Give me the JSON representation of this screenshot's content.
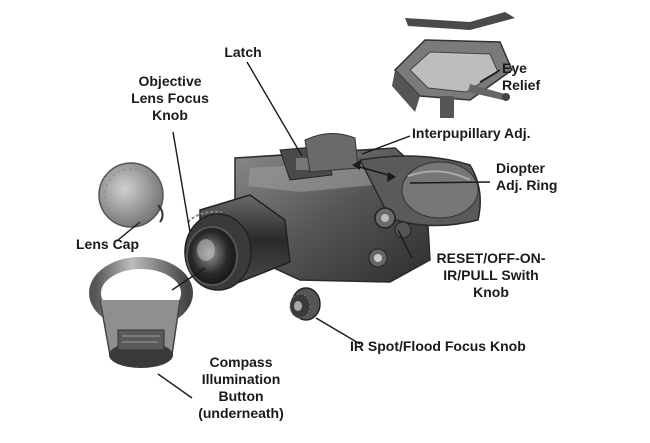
{
  "labels": {
    "latch": "Latch",
    "objective_focus": [
      "Objective",
      "Lens Focus",
      "Knob"
    ],
    "eye_relief": [
      "Eye",
      "Relief"
    ],
    "interpupillary": "Interpupillary Adj.",
    "diopter": [
      "Diopter",
      "Adj. Ring"
    ],
    "lens_cap": "Lens Cap",
    "reset_knob": [
      "RESET/OFF-ON-",
      "IR/PULL Swith",
      "Knob"
    ],
    "ir_spot": "IR Spot/Flood Focus Knob",
    "compass": [
      "Compass",
      "Illumination",
      "Button",
      "(underneath)"
    ]
  },
  "colors": {
    "background": "#ffffff",
    "leader_line": "#1a1a1a",
    "device_dark": "#3a3a3a",
    "device_mid": "#6e6e6e",
    "device_light": "#a8a8a8"
  }
}
